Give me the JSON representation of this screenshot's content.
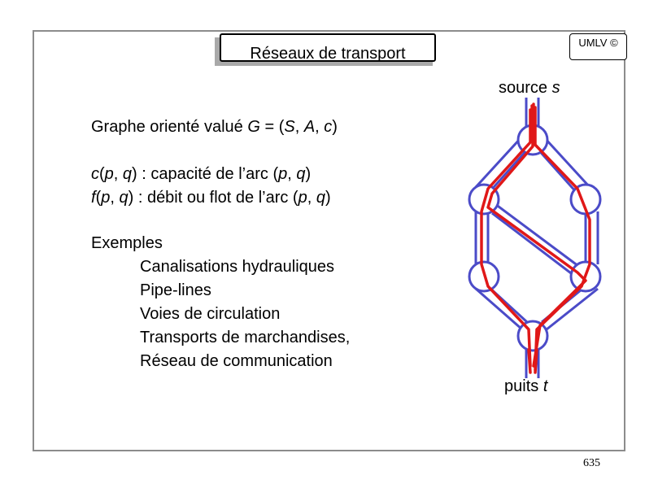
{
  "header": {
    "title": "Réseaux de transport",
    "badge": "UMLV ©"
  },
  "graph": {
    "source_label": "source",
    "source_var": "s",
    "sink_label": "puits",
    "sink_var": "t",
    "colors": {
      "node": "#4b4bc8",
      "flow": "#e01818"
    }
  },
  "body": {
    "graphe": {
      "text": "Graphe orienté valué ",
      "var": "G",
      "rest": " = (S, A, c)"
    },
    "capacite": "c(p, q) : capacité de l’arc (p, q)",
    "flot": "f(p, q) : débit ou flot de l’arc (p, q)",
    "examples_title": "Exemples",
    "examples": [
      "Canalisations hydrauliques",
      "Pipe-lines",
      "Voies de circulation",
      "Transports de marchandises,",
      "Réseau de communication"
    ]
  },
  "footer": {
    "page_number": "635"
  }
}
